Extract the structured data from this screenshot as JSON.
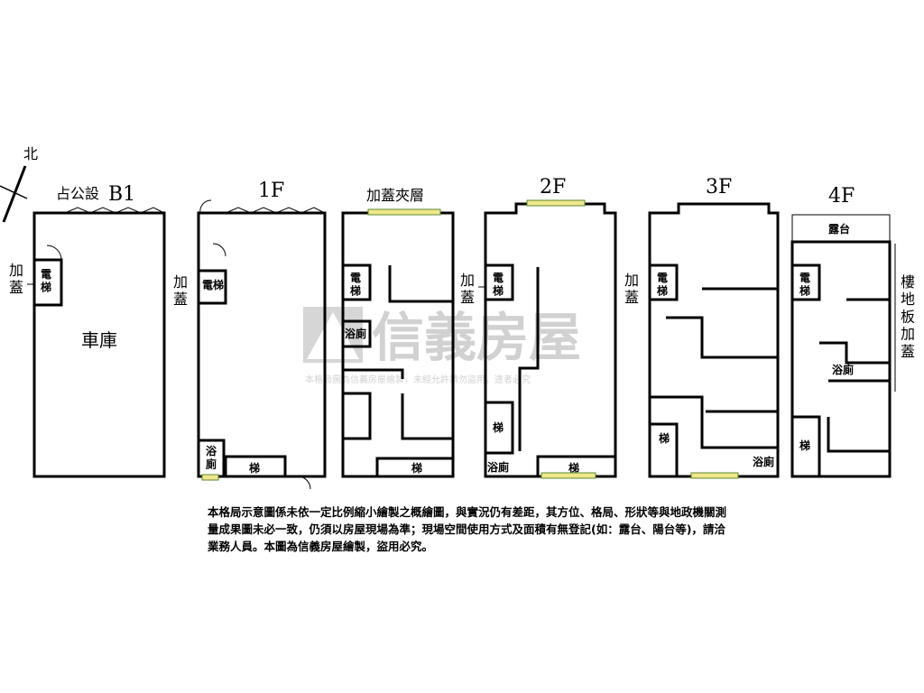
{
  "north_label": "北",
  "floors": {
    "b1": {
      "title": "B1",
      "shared_label": "占公設",
      "room": "車庫",
      "elevator": "電\n梯",
      "added": "加\n蓋"
    },
    "f1": {
      "title": "1F",
      "added": "加\n蓋",
      "elevator": "電梯",
      "bath": "浴\n廁",
      "stairs": "梯"
    },
    "mezz": {
      "title": "加蓋夾層",
      "elevator": "電\n梯",
      "bath": "浴廁",
      "stairs": "梯"
    },
    "f2": {
      "title": "2F",
      "added": "加\n蓋",
      "elevator": "電\n梯",
      "stairs_v": "梯",
      "bath": "浴廁",
      "stairs": "梯"
    },
    "f3": {
      "title": "3F",
      "added": "加\n蓋",
      "elevator": "電\n梯",
      "stairs_v": "梯",
      "bath": "浴廁"
    },
    "f4": {
      "title": "4F",
      "terrace": "露台",
      "elevator": "電\n梯",
      "bath": "浴廁",
      "stairs_v": "梯",
      "side_note": "樓\n地\n板\n加\n蓋"
    }
  },
  "watermark": {
    "brand": "信義房屋",
    "notice": "本格局圖為信義房屋繪製，未經允許請勿盜用，違者必究"
  },
  "disclaimer": "本格局示意圖係未依一定比例縮小繪製之概繪圖，與實況仍有差距，其方位、格局、形狀等與地政機關測量成果圖未必一致，仍須以房屋現場為準；現場空間使用方式及面積有無登記(如：露台、陽台等)，請洽業務人員。本圖為信義房屋繪製，盜用必究。"
}
